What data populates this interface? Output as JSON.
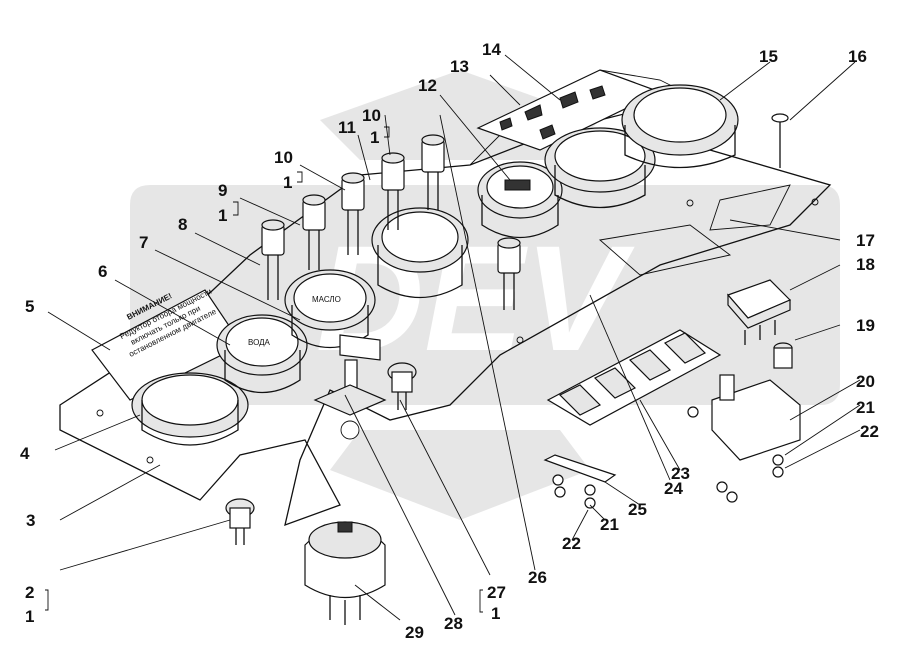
{
  "watermark": {
    "text": "DEV"
  },
  "warning_plate": {
    "title": "ВНИМАНИЕ!",
    "lines": [
      "Редуктор отбора мощности",
      "включать только при",
      "остановленном двигателе"
    ]
  },
  "callouts": [
    {
      "id": "c1",
      "text": "1"
    },
    {
      "id": "c2",
      "text": "2"
    },
    {
      "id": "c3",
      "text": "3"
    },
    {
      "id": "c4",
      "text": "4"
    },
    {
      "id": "c5",
      "text": "5"
    },
    {
      "id": "c6",
      "text": "6"
    },
    {
      "id": "c7",
      "text": "7"
    },
    {
      "id": "c8",
      "text": "8"
    },
    {
      "id": "c9",
      "text": "9"
    },
    {
      "id": "c9b",
      "text": "1"
    },
    {
      "id": "c10a",
      "text": "10"
    },
    {
      "id": "c10ab",
      "text": "1"
    },
    {
      "id": "c10b",
      "text": "10"
    },
    {
      "id": "c10bb",
      "text": "1"
    },
    {
      "id": "c11",
      "text": "11"
    },
    {
      "id": "c12",
      "text": "12"
    },
    {
      "id": "c13",
      "text": "13"
    },
    {
      "id": "c14",
      "text": "14"
    },
    {
      "id": "c15",
      "text": "15"
    },
    {
      "id": "c16",
      "text": "16"
    },
    {
      "id": "c17",
      "text": "17"
    },
    {
      "id": "c18",
      "text": "18"
    },
    {
      "id": "c19",
      "text": "19"
    },
    {
      "id": "c20",
      "text": "20"
    },
    {
      "id": "c21a",
      "text": "21"
    },
    {
      "id": "c21b",
      "text": "21"
    },
    {
      "id": "c22a",
      "text": "22"
    },
    {
      "id": "c22b",
      "text": "22"
    },
    {
      "id": "c23",
      "text": "23"
    },
    {
      "id": "c24",
      "text": "24"
    },
    {
      "id": "c25",
      "text": "25"
    },
    {
      "id": "c26",
      "text": "26"
    },
    {
      "id": "c27",
      "text": "27"
    },
    {
      "id": "c27b",
      "text": "1"
    },
    {
      "id": "c28",
      "text": "28"
    },
    {
      "id": "c29",
      "text": "29"
    }
  ]
}
